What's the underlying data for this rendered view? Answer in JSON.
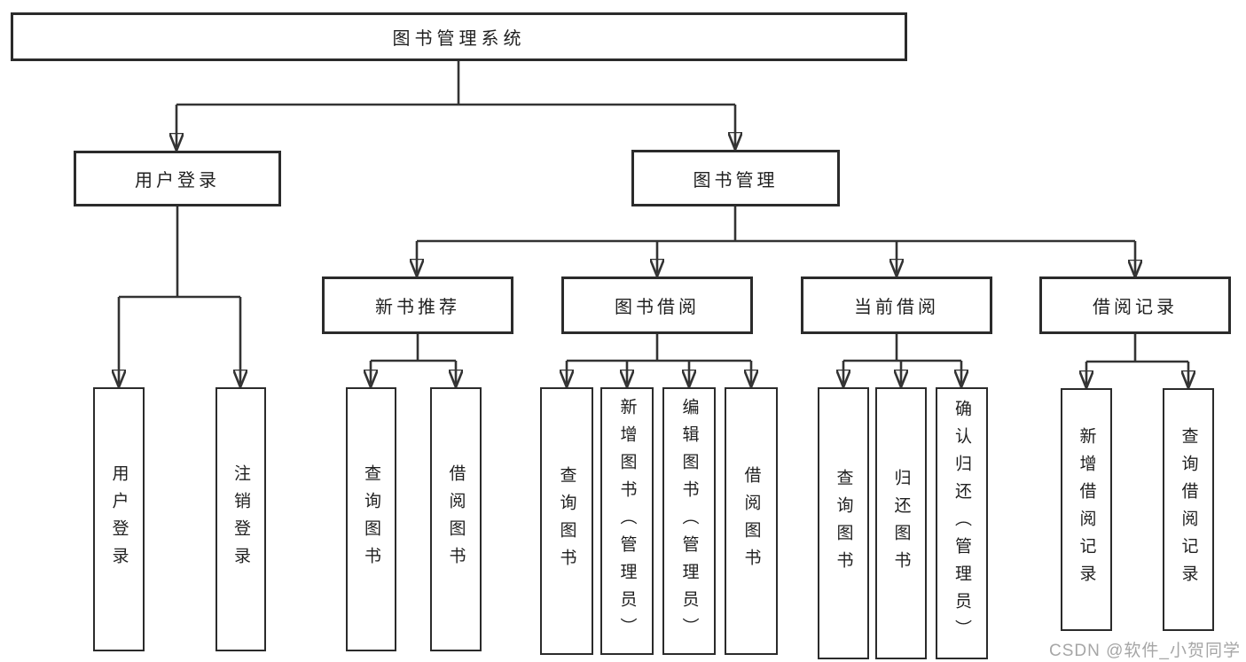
{
  "tree": {
    "label": "图书管理系统",
    "children": [
      {
        "label": "用户登录",
        "children": [
          {
            "label": "用户登录"
          },
          {
            "label": "注销登录"
          }
        ]
      },
      {
        "label": "图书管理",
        "children": [
          {
            "label": "新书推荐",
            "children": [
              {
                "label": "查询图书"
              },
              {
                "label": "借阅图书"
              }
            ]
          },
          {
            "label": "图书借阅",
            "children": [
              {
                "label": "查询图书"
              },
              {
                "label": "新增图书（管理员）"
              },
              {
                "label": "编辑图书（管理员）"
              },
              {
                "label": "借阅图书"
              }
            ]
          },
          {
            "label": "当前借阅",
            "children": [
              {
                "label": "查询图书"
              },
              {
                "label": "归还图书"
              },
              {
                "label": "确认归还（管理员）"
              }
            ]
          },
          {
            "label": "借阅记录",
            "children": [
              {
                "label": "新增借阅记录"
              },
              {
                "label": "查询借阅记录"
              }
            ]
          }
        ]
      }
    ]
  },
  "watermark": {
    "text": "CSDN @软件_小贺同学"
  },
  "colors": {
    "line": "#333333",
    "box_border": "#2b2b2b",
    "text": "#1f1f1f",
    "watermark": "#a6a6a6",
    "background": "#ffffff"
  }
}
